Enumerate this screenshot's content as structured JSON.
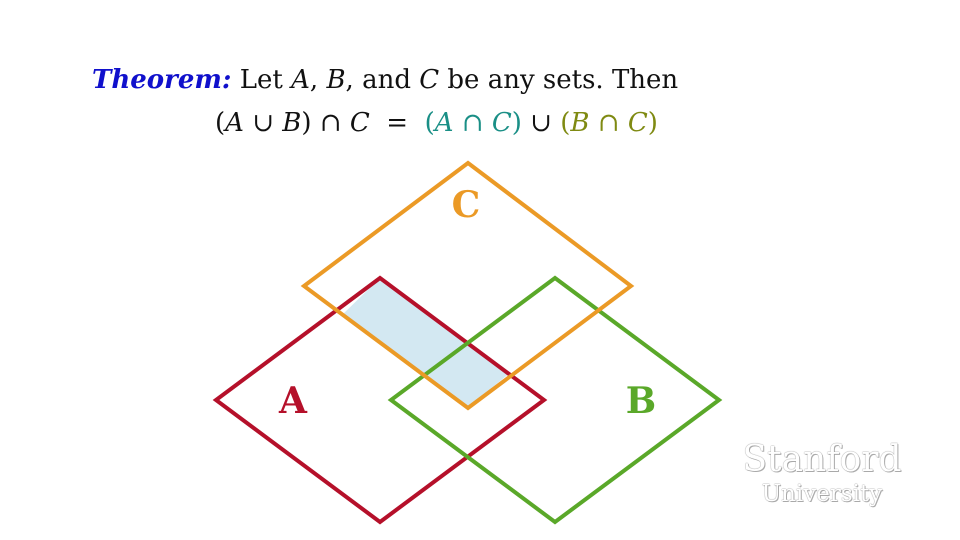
{
  "theorem": {
    "label": "Theorem:",
    "line1": {
      "t1": " Let ",
      "v1": "A",
      "t2": ", ",
      "v2": "B",
      "t3": ", and ",
      "v3": "C",
      "t4": " be any sets. Then"
    },
    "line2": {
      "p1": "(",
      "v1": "A",
      "p2": " ∪ ",
      "v2": "B",
      "p3": ") ∩ ",
      "v3": "C",
      "eq": "  =  ",
      "mid_open": "(",
      "mid_v1": "A",
      "mid_op": " ∩ ",
      "mid_v2": "C",
      "mid_close": ")",
      "union": " ∪ ",
      "right_open": "(",
      "right_v1": "B",
      "right_op": " ∩ ",
      "right_v2": "C",
      "right_close": ")"
    }
  },
  "colors": {
    "theorem_label": "#1010cc",
    "a_cap_c": "#1a8f86",
    "b_cap_c": "#7f8a12",
    "set_a": "#b5102a",
    "set_b": "#5aa829",
    "set_c": "#eb9a26",
    "highlight": "#d3e8f2"
  },
  "diagram": {
    "labels": {
      "a": "A",
      "b": "B",
      "c": "C"
    }
  },
  "watermark": {
    "line1": "Stanford",
    "line2": "University"
  }
}
